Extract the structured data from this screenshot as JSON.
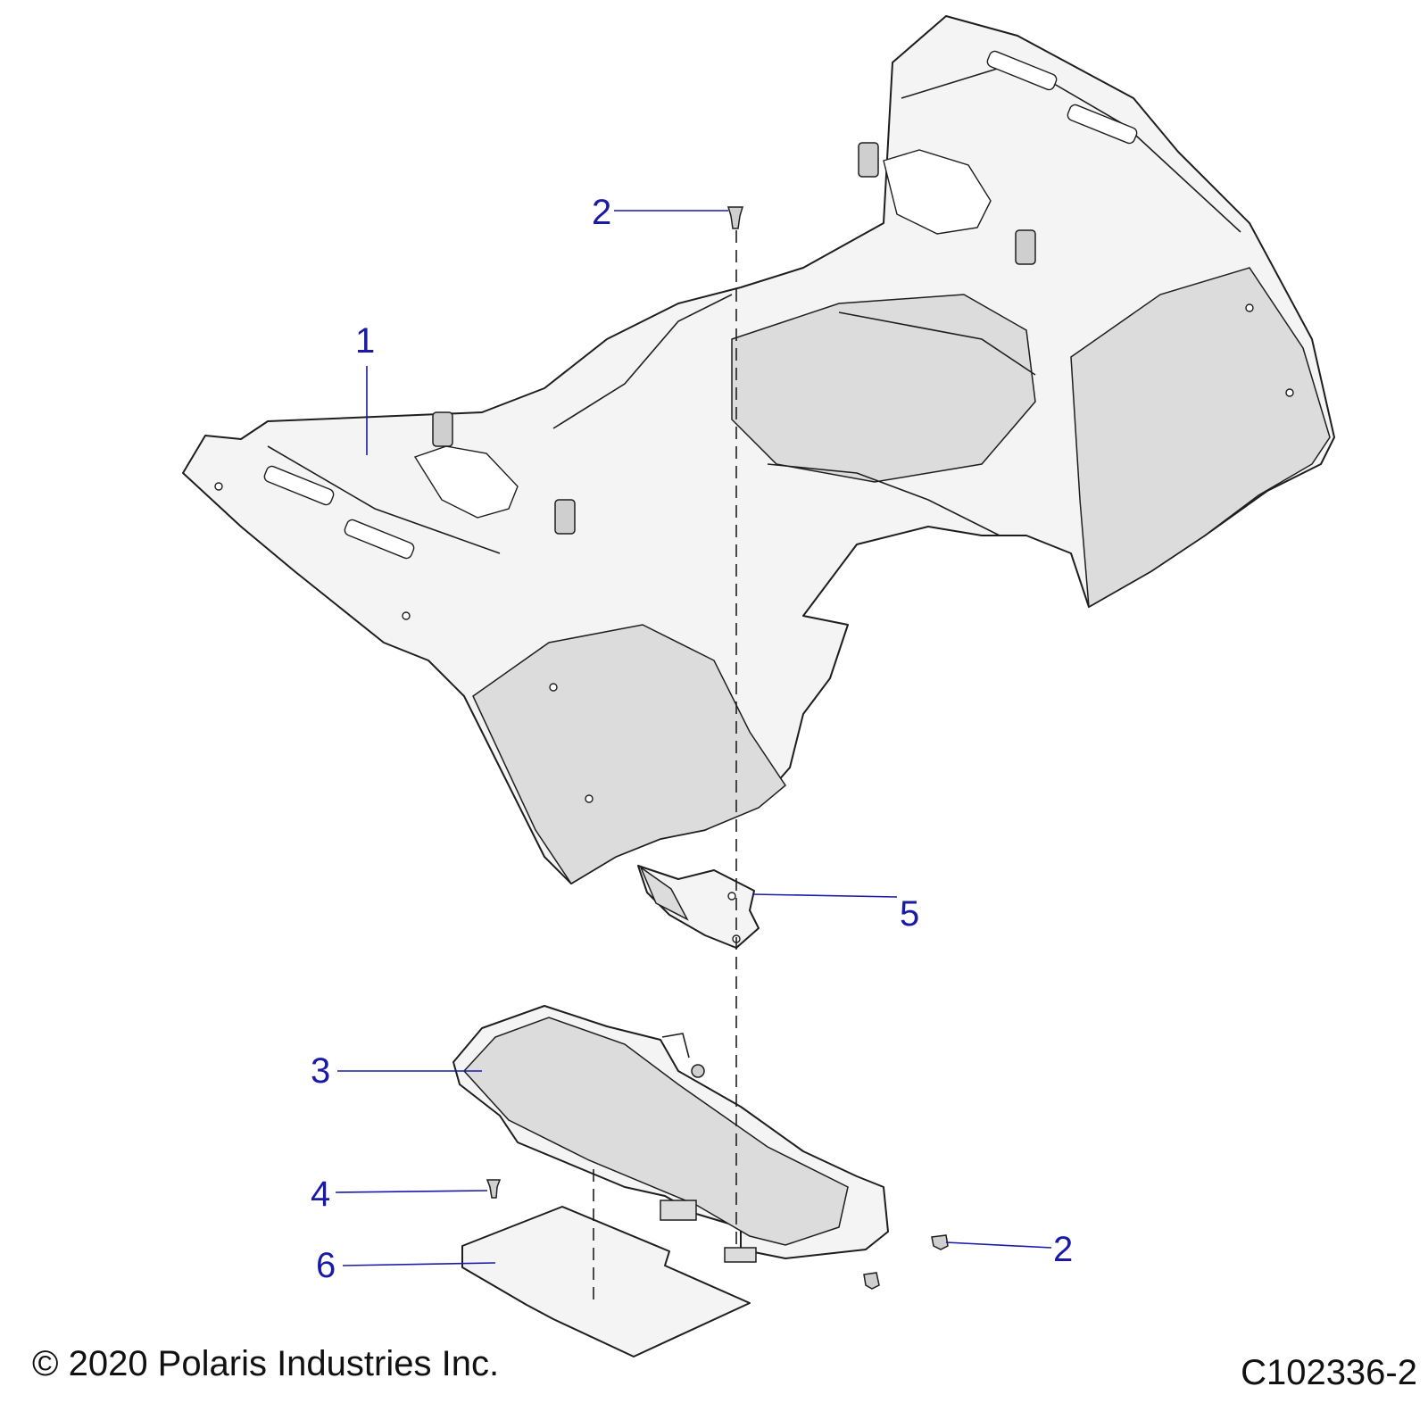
{
  "callouts": {
    "part_1": "1",
    "part_2_top": "2",
    "part_2_bottom": "2",
    "part_3": "3",
    "part_4": "4",
    "part_5": "5",
    "part_6": "6"
  },
  "footer": {
    "copyright": "© 2020 Polaris Industries Inc.",
    "drawing_id": "C102336-2"
  },
  "colors": {
    "callout": "#1a1aa6",
    "line": "#1e1e1e",
    "part_fill": "#f4f4f4"
  }
}
